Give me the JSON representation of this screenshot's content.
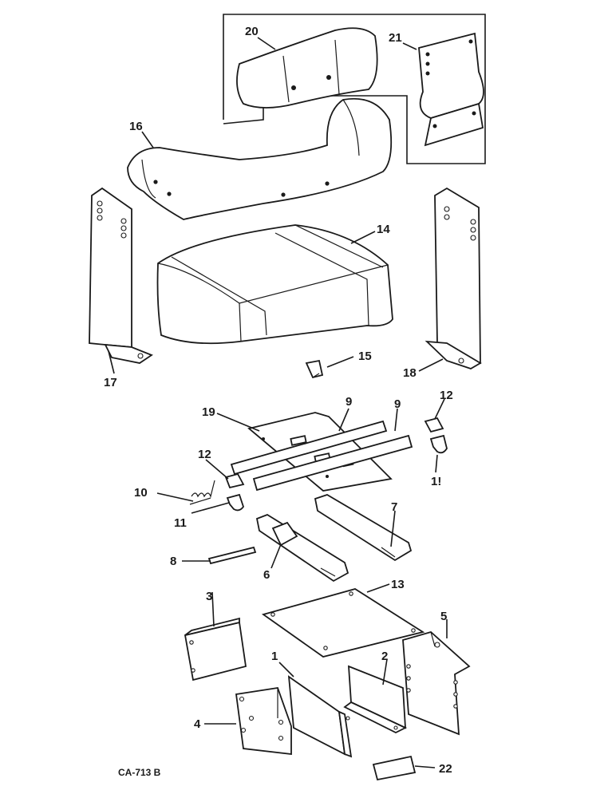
{
  "figure_code": "CA-713 B",
  "callouts": {
    "c1": "1",
    "c2": "2",
    "c3": "3",
    "c4": "4",
    "c5": "5",
    "c6": "6",
    "c7": "7",
    "c8": "8",
    "c9a": "9",
    "c9b": "9",
    "c10": "10",
    "c11a": "11",
    "c11b": "1!",
    "c12a": "12",
    "c12b": "12",
    "c13": "13",
    "c14": "14",
    "c15": "15",
    "c16": "16",
    "c17": "17",
    "c18": "18",
    "c19": "19",
    "c20": "20",
    "c21": "21",
    "c22": "22"
  }
}
